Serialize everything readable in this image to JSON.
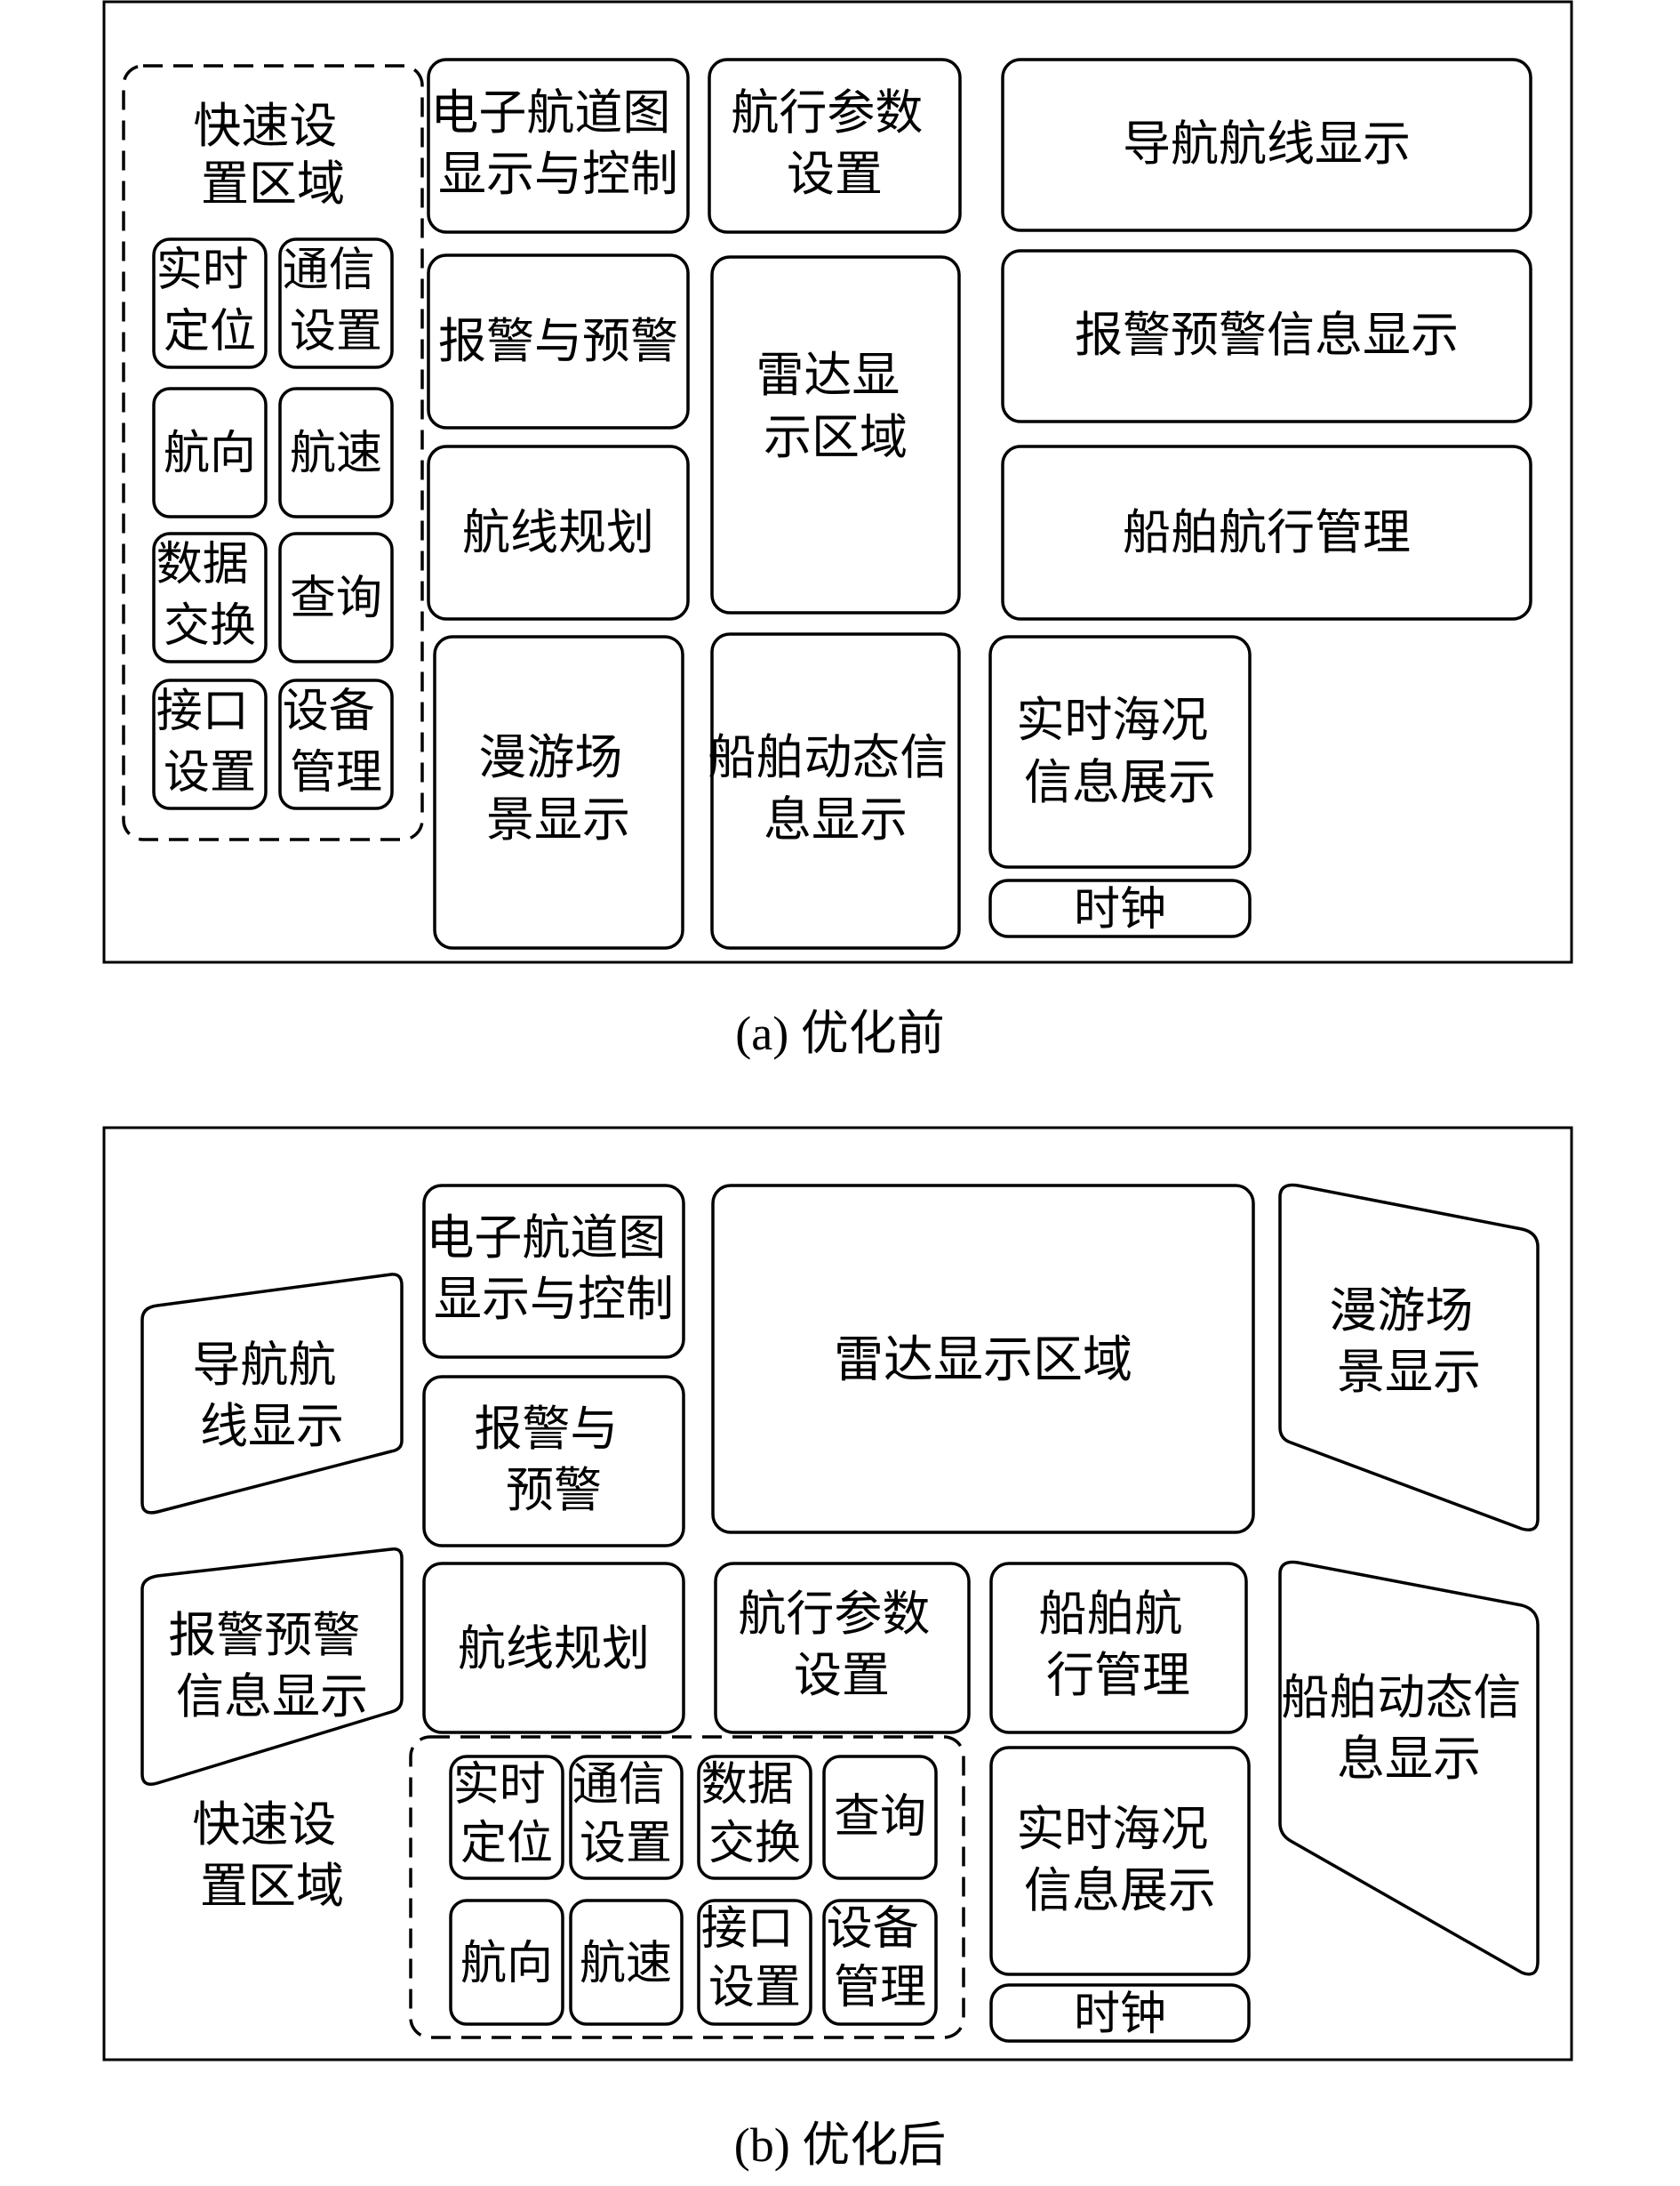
{
  "caption_a": "(a) 优化前",
  "caption_b": "(b) 优化后",
  "layout_before": {
    "quick_settings_title": [
      "快速设",
      "置区域"
    ],
    "realtime_positioning": [
      "实时",
      "定位"
    ],
    "communication_settings": [
      "通信",
      "设置"
    ],
    "heading": "航向",
    "speed": "航速",
    "data_exchange": [
      "数据",
      "交换"
    ],
    "query": "查询",
    "interface_settings": [
      "接口",
      "设置"
    ],
    "equipment_management": [
      "设备",
      "管理"
    ],
    "chart_display_control": [
      "电子航道图",
      "显示与控制"
    ],
    "nav_param_settings": [
      "航行参数",
      "设置"
    ],
    "nav_route_display": "导航航线显示",
    "alarm_warning": "报警与预警",
    "radar_display_area": [
      "雷达显",
      "示区域"
    ],
    "alarm_info_display": "报警预警信息显示",
    "route_planning": "航线规划",
    "ship_nav_management": "船舶航行管理",
    "roaming_scene_display": [
      "漫游场",
      "景显示"
    ],
    "ship_dynamic_info": [
      "船舶动态信",
      "息显示"
    ],
    "sea_state_display": [
      "实时海况",
      "信息展示"
    ],
    "clock": "时钟"
  },
  "layout_after": {
    "chart_display_control": [
      "电子航道图",
      "显示与控制"
    ],
    "radar_display_area": "雷达显示区域",
    "roaming_scene_display": [
      "漫游场",
      "景显示"
    ],
    "nav_route_display": [
      "导航航",
      "线显示"
    ],
    "alarm_warning": [
      "报警与",
      "预警"
    ],
    "alarm_info_display": [
      "报警预警",
      "信息显示"
    ],
    "route_planning": "航线规划",
    "nav_param_settings": [
      "航行参数",
      "设置"
    ],
    "ship_nav_management": [
      "船舶航",
      "行管理"
    ],
    "ship_dynamic_info": [
      "船舶动态信",
      "息显示"
    ],
    "quick_settings_title": [
      "快速设",
      "置区域"
    ],
    "realtime_positioning": [
      "实时",
      "定位"
    ],
    "communication_settings": [
      "通信",
      "设置"
    ],
    "data_exchange": [
      "数据",
      "交换"
    ],
    "query": "查询",
    "heading": "航向",
    "speed": "航速",
    "interface_settings": [
      "接口",
      "设置"
    ],
    "equipment_management": [
      "设备",
      "管理"
    ],
    "sea_state_display": [
      "实时海况",
      "信息展示"
    ],
    "clock": "时钟"
  }
}
